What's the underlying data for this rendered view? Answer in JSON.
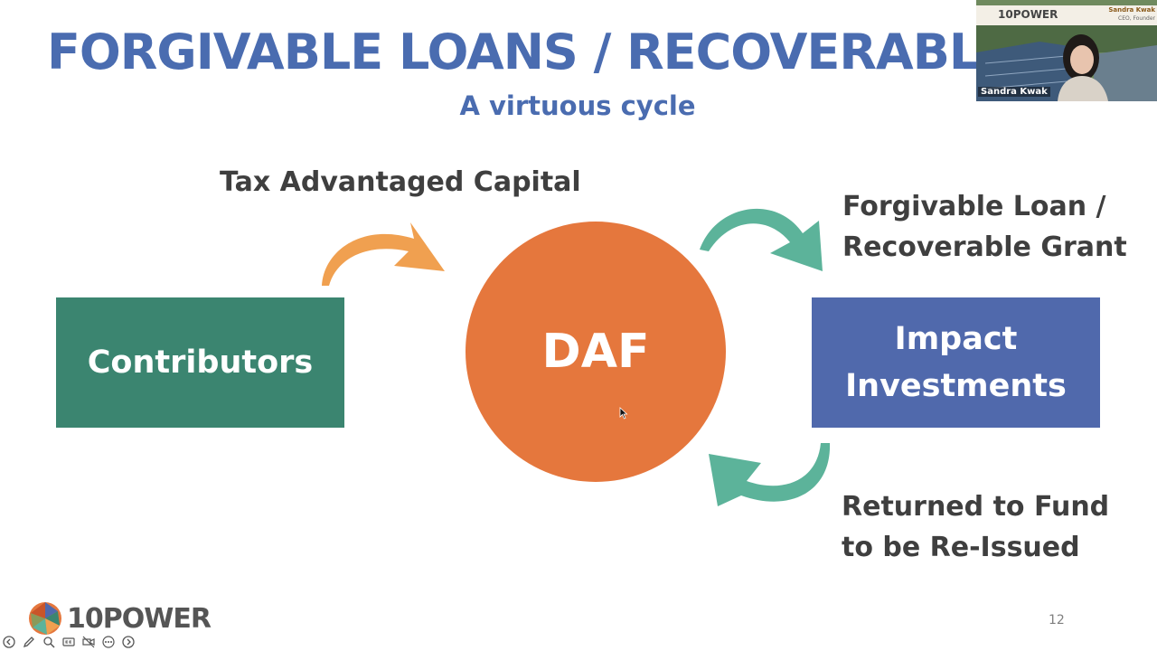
{
  "slide": {
    "title": "FORGIVABLE LOANS / RECOVERABLE GRANTS",
    "subtitle": "A virtuous cycle",
    "label_tax": "Tax Advantaged Capital",
    "label_forgivable_1": "Forgivable Loan /",
    "label_forgivable_2": "Recoverable Grant",
    "label_returned_1": "Returned to Fund",
    "label_returned_2": "to be Re-Issued",
    "box_contributors": "Contributors",
    "circle_daf": "DAF",
    "box_impact_1": "Impact",
    "box_impact_2": "Investments",
    "page_number": "12",
    "logo_text": "10POWER"
  },
  "colors": {
    "title_blue": "#4a6cb0",
    "contributors_green": "#3b8570",
    "daf_orange": "#e5773d",
    "impact_blue": "#5069ac",
    "arrow_orange": "#f0a050",
    "arrow_teal": "#5cb39a"
  },
  "video": {
    "logo": "10POWER",
    "banner_name": "Sandra Kwak",
    "banner_role": "CEO, Founder",
    "participant_name": "Sandra Kwak"
  },
  "toolbar": {
    "icons": [
      "back-arrow-icon",
      "pen-icon",
      "zoom-icon",
      "captions-icon",
      "video-off-icon",
      "more-icon",
      "forward-arrow-icon"
    ]
  }
}
